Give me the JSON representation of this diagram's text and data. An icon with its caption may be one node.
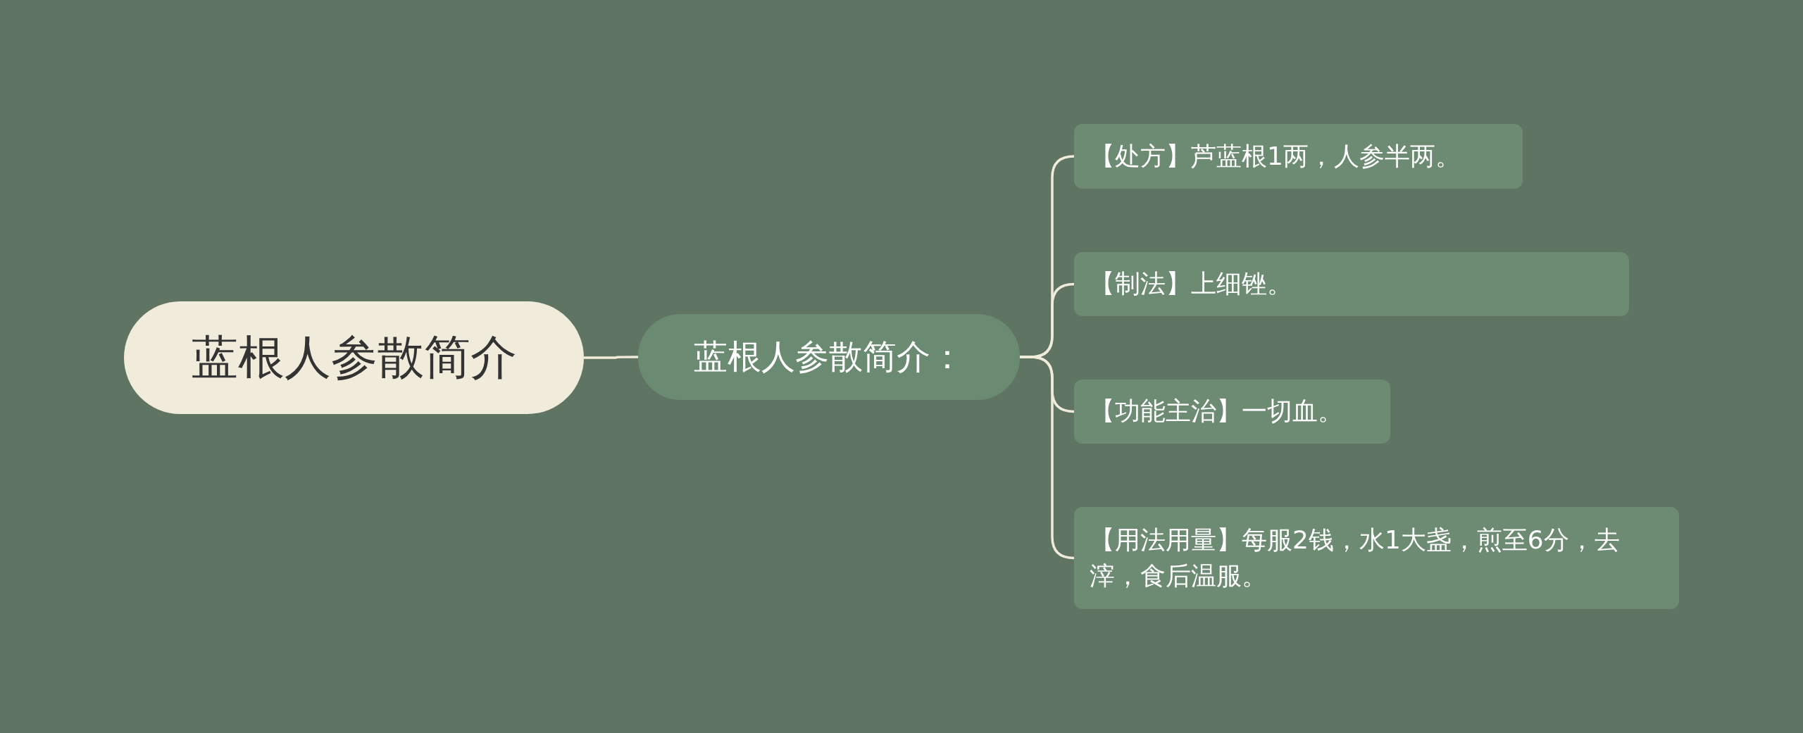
{
  "diagram": {
    "nodes": [
      {
        "text": [
          "蓝根人参散简介"
        ]
      },
      {
        "text": [
          "蓝根人参散简介："
        ]
      },
      {
        "text": [
          "【处方】芦蓝根1两，人参半两。"
        ]
      },
      {
        "text": [
          "【制法】上细锉。"
        ]
      },
      {
        "text": [
          "【功能主治】一切血。"
        ]
      },
      {
        "text": [
          "【用法用量】每服2钱，水1大盏，煎至6分，去滓，食后温服。"
        ]
      }
    ],
    "edges": [
      {
        "from": 0,
        "to": 1,
        "arrow": "none"
      },
      {
        "from": 1,
        "to": 2,
        "arrow": "none"
      },
      {
        "from": 1,
        "to": 3,
        "arrow": "none"
      },
      {
        "from": 1,
        "to": 4,
        "arrow": "none"
      },
      {
        "from": 1,
        "to": 5,
        "arrow": "none"
      }
    ]
  }
}
